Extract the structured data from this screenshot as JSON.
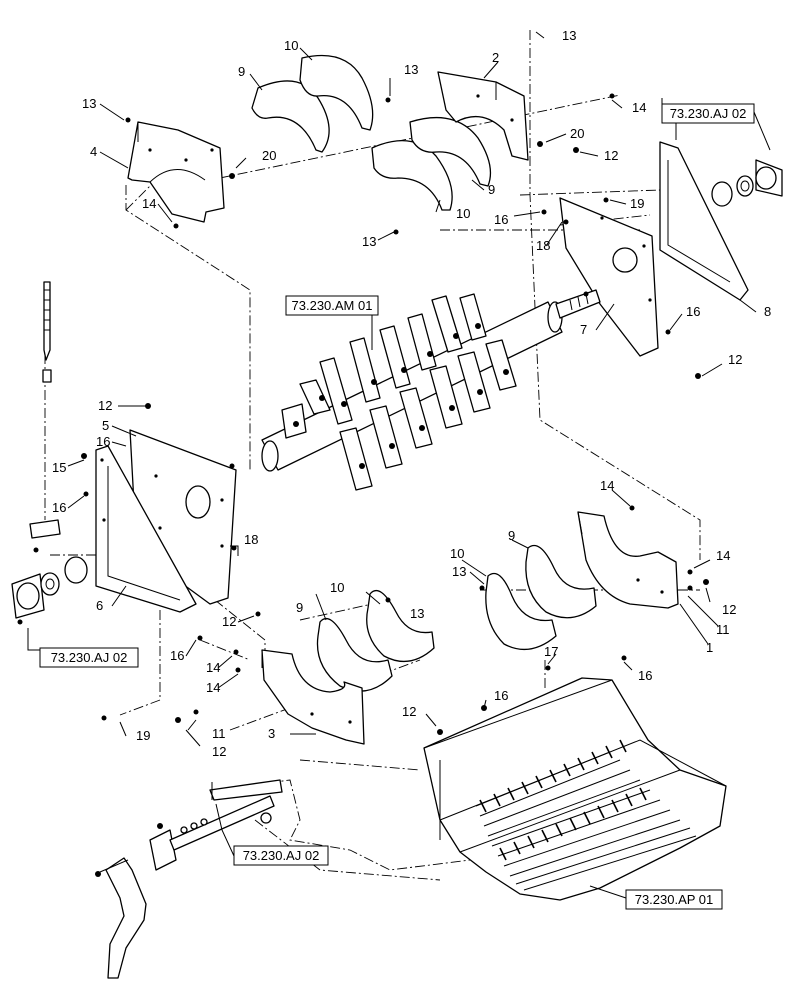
{
  "diagram": {
    "ref_labels": {
      "threshing_rotor": "73.230.AM 01",
      "bearing_right": "73.230.AJ 02",
      "bearing_left": "73.230.AJ 02",
      "lever": "73.230.AJ 02",
      "concave": "73.230.AP 01"
    },
    "callouts": {
      "n1": "1",
      "n2": "2",
      "n3": "3",
      "n4": "4",
      "n5": "5",
      "n6": "6",
      "n7": "7",
      "n8": "8",
      "n9a": "9",
      "n9b": "9",
      "n9c": "9",
      "n9d": "9",
      "n10a": "10",
      "n10b": "10",
      "n10c": "10",
      "n10d": "10",
      "n11a": "11",
      "n11b": "11",
      "n12a": "12",
      "n12b": "12",
      "n12c": "12",
      "n12d": "12",
      "n12e": "12",
      "n12f": "12",
      "n12g": "12",
      "n13a": "13",
      "n13b": "13",
      "n13c": "13",
      "n13d": "13",
      "n13e": "13",
      "n13f": "13",
      "n14a": "14",
      "n14b": "14",
      "n14c": "14",
      "n14d": "14",
      "n14e": "14",
      "n14f": "14",
      "n15": "15",
      "n16a": "16",
      "n16b": "16",
      "n16c": "16",
      "n16d": "16",
      "n16e": "16",
      "n16f": "16",
      "n16g": "16",
      "n17": "17",
      "n18a": "18",
      "n18b": "18",
      "n19a": "19",
      "n19b": "19",
      "n20a": "20",
      "n20b": "20"
    }
  }
}
